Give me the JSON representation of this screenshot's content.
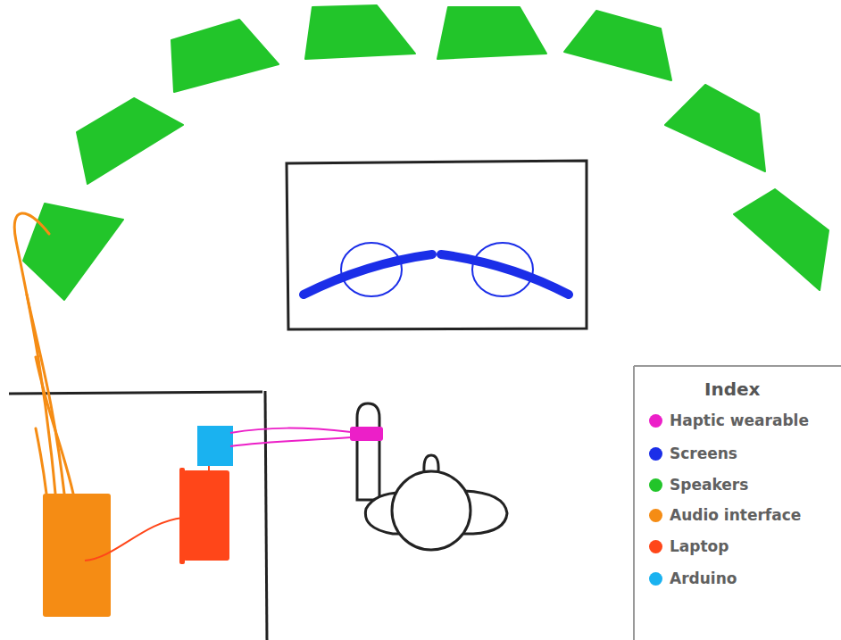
{
  "diagram": {
    "labels": [
      "Index"
    ],
    "legend": [
      {
        "text": "Haptic wearable",
        "color": "#ec1fc8"
      },
      {
        "text": "Screens",
        "color": "#1b2ee8"
      },
      {
        "text": "Speakers",
        "color": "#22c52a"
      },
      {
        "text": "Audio interface",
        "color": "#f58c14"
      },
      {
        "text": "Laptop",
        "color": "#ff4619"
      },
      {
        "text": "Arduino",
        "color": "#1ab2f0"
      }
    ]
  }
}
